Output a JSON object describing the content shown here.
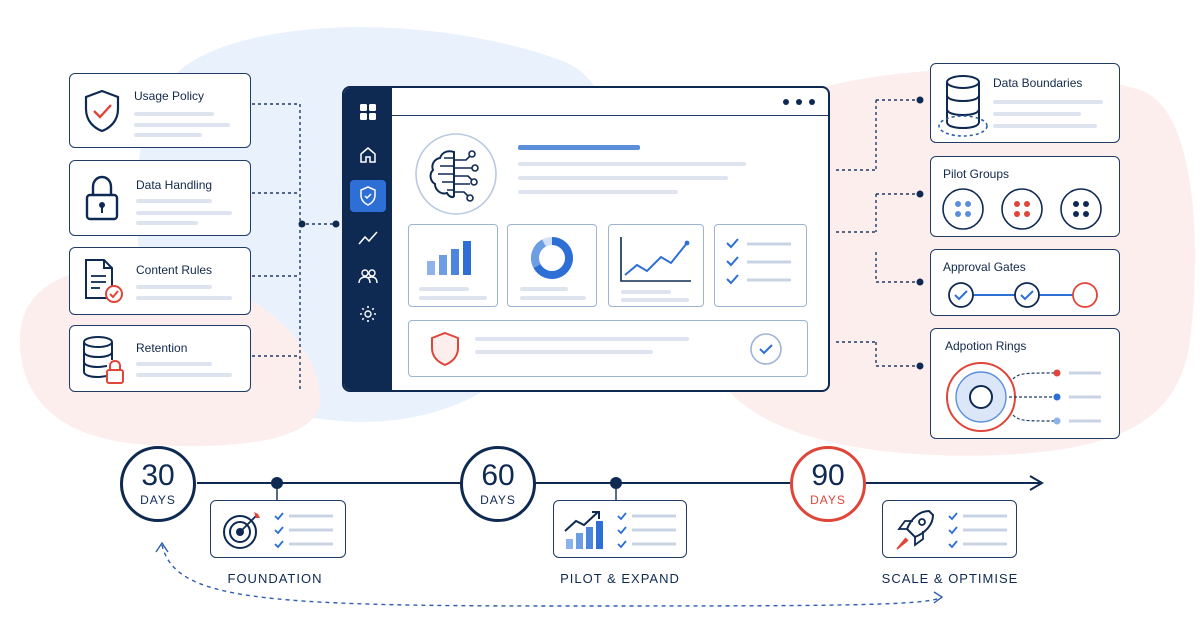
{
  "left_cards": [
    {
      "title": "Usage Policy",
      "icon": "shield-check-icon"
    },
    {
      "title": "Data Handling",
      "icon": "padlock-icon"
    },
    {
      "title": "Content Rules",
      "icon": "document-check-icon"
    },
    {
      "title": "Retention",
      "icon": "database-lock-icon"
    }
  ],
  "right_cards": [
    {
      "title": "Data Boundaries",
      "icon": "database-boundary-icon"
    },
    {
      "title": "Pilot Groups",
      "icon": "user-groups-icon"
    },
    {
      "title": "Approval Gates",
      "icon": "approval-gates-icon"
    },
    {
      "title": "Adpotion Rings",
      "icon": "adoption-rings-icon"
    }
  ],
  "dashboard": {
    "sidebar_icons": [
      "grid-icon",
      "home-icon",
      "shield-icon",
      "trend-icon",
      "users-icon",
      "settings-icon"
    ],
    "active_icon": "shield-icon",
    "menu_icon": "more-dots-icon",
    "hero_icon": "ai-brain-icon",
    "panels": [
      "bar-chart-icon",
      "donut-chart-icon",
      "line-chart-icon",
      "checklist-icon"
    ],
    "footer_icons": [
      "shield-icon",
      "check-circle-icon"
    ]
  },
  "timeline": {
    "milestones": [
      {
        "number": "30",
        "unit": "DAYS",
        "label": "FOUNDATION",
        "icon": "target-icon"
      },
      {
        "number": "60",
        "unit": "DAYS",
        "label": "PILOT & EXPAND",
        "icon": "growth-chart-icon"
      },
      {
        "number": "90",
        "unit": "DAYS",
        "label": "SCALE & OPTIMISE",
        "icon": "rocket-icon"
      }
    ]
  },
  "colors": {
    "navy": "#0f2a52",
    "blue": "#2e6fd6",
    "light_blue": "#5b8fdc",
    "red": "#e0453a",
    "blob_blue": "#e8f1fc",
    "blob_pink": "#fdeeee"
  }
}
